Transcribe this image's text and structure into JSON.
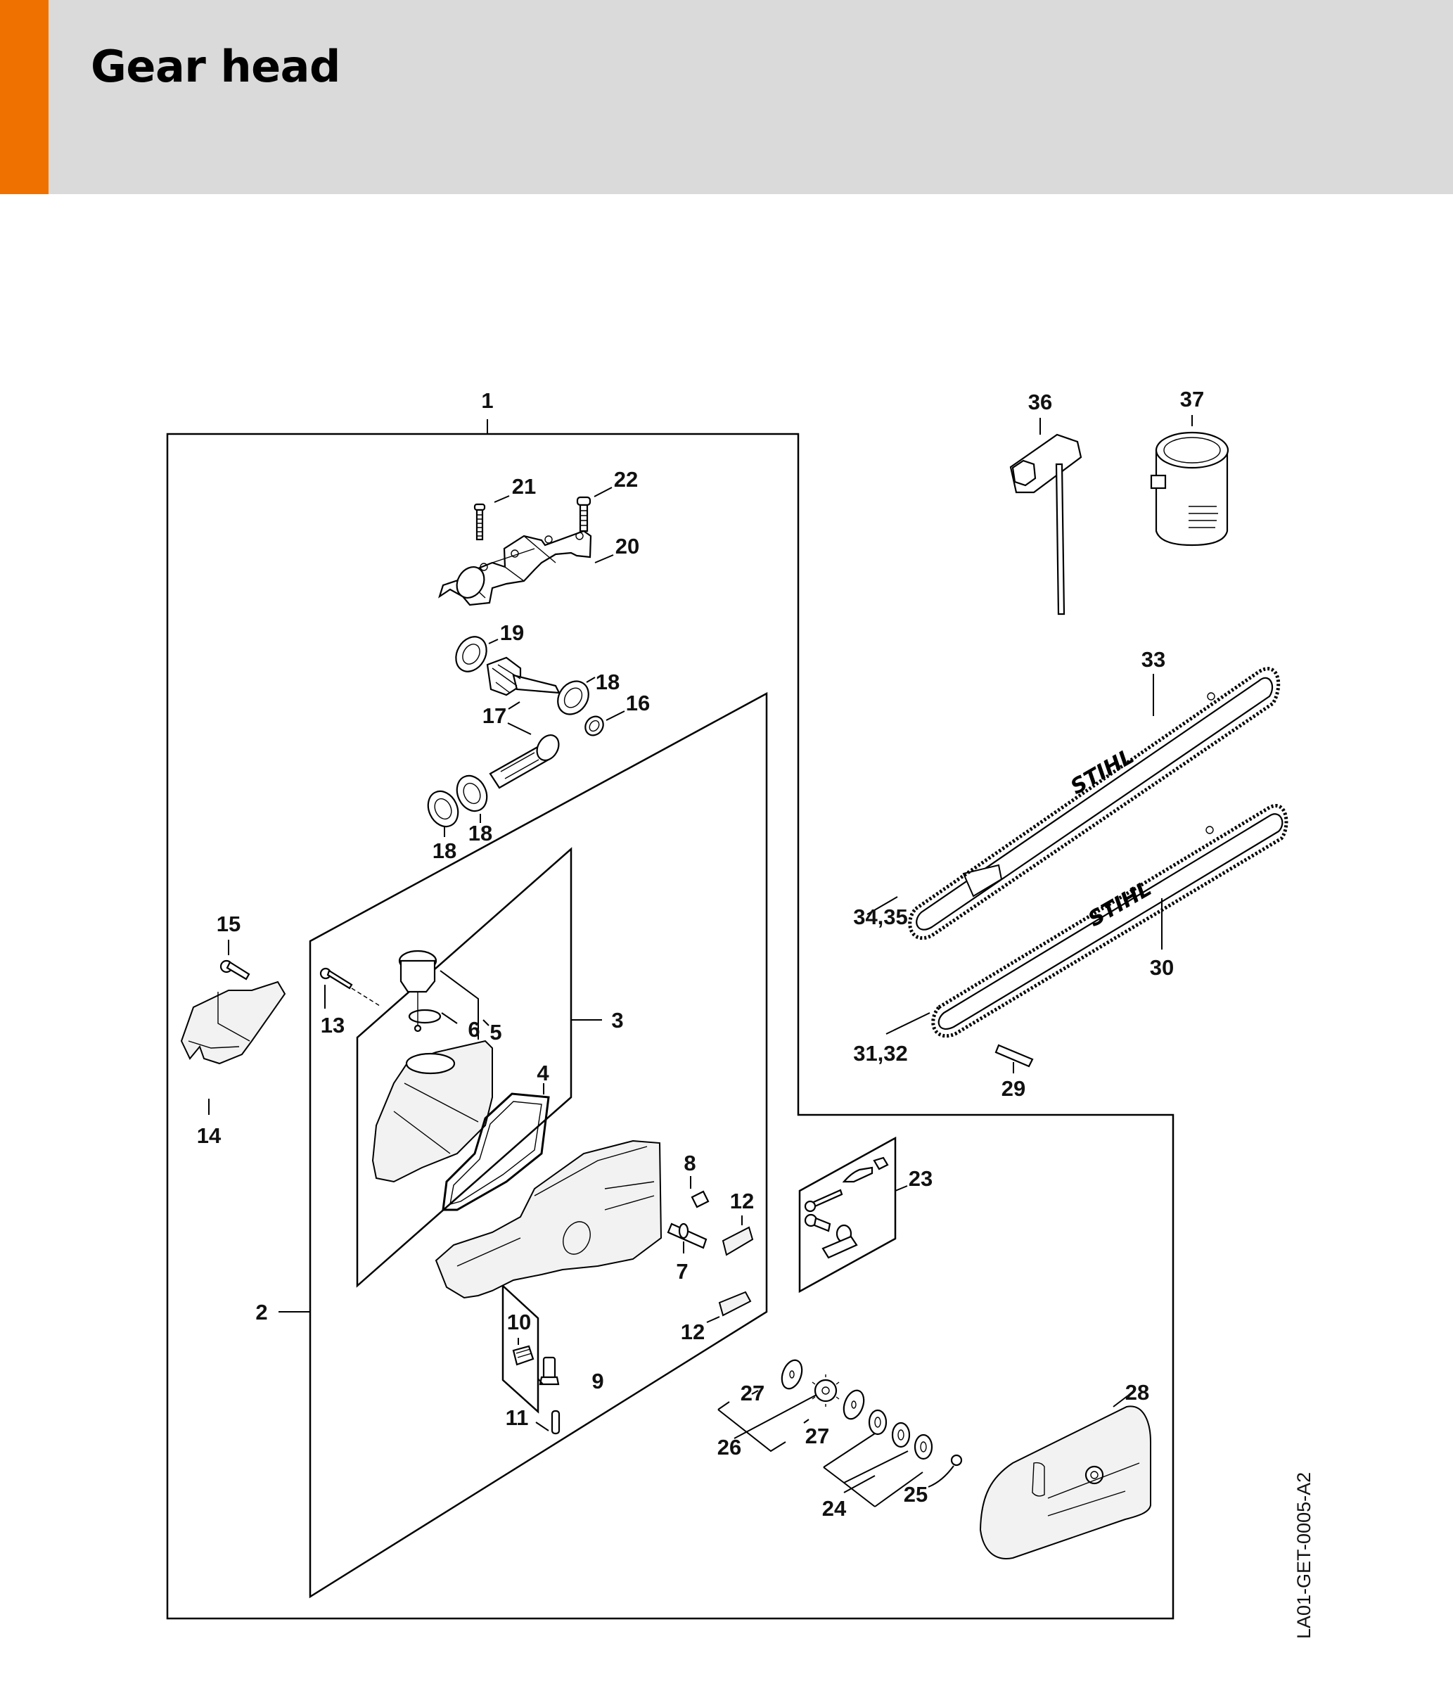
{
  "header": {
    "title": "Gear head",
    "accent_color": "#ef7100",
    "background_color": "#d9dad9"
  },
  "diagram": {
    "document_code": "LA01-GET-0005-A2",
    "brand_mark": "STIHL",
    "callouts": [
      {
        "id": "c1",
        "label": "1"
      },
      {
        "id": "c2",
        "label": "2"
      },
      {
        "id": "c3",
        "label": "3"
      },
      {
        "id": "c4",
        "label": "4"
      },
      {
        "id": "c5",
        "label": "5"
      },
      {
        "id": "c6",
        "label": "6"
      },
      {
        "id": "c7",
        "label": "7"
      },
      {
        "id": "c8",
        "label": "8"
      },
      {
        "id": "c9",
        "label": "9"
      },
      {
        "id": "c10",
        "label": "10"
      },
      {
        "id": "c11",
        "label": "11"
      },
      {
        "id": "c12a",
        "label": "12"
      },
      {
        "id": "c12b",
        "label": "12"
      },
      {
        "id": "c13",
        "label": "13"
      },
      {
        "id": "c14",
        "label": "14"
      },
      {
        "id": "c15",
        "label": "15"
      },
      {
        "id": "c16",
        "label": "16"
      },
      {
        "id": "c17",
        "label": "17"
      },
      {
        "id": "c18a",
        "label": "18"
      },
      {
        "id": "c18b",
        "label": "18"
      },
      {
        "id": "c18c",
        "label": "18"
      },
      {
        "id": "c19",
        "label": "19"
      },
      {
        "id": "c20",
        "label": "20"
      },
      {
        "id": "c21",
        "label": "21"
      },
      {
        "id": "c22",
        "label": "22"
      },
      {
        "id": "c23",
        "label": "23"
      },
      {
        "id": "c24",
        "label": "24"
      },
      {
        "id": "c25",
        "label": "25"
      },
      {
        "id": "c26",
        "label": "26"
      },
      {
        "id": "c27a",
        "label": "27"
      },
      {
        "id": "c27b",
        "label": "27"
      },
      {
        "id": "c28",
        "label": "28"
      },
      {
        "id": "c29",
        "label": "29"
      },
      {
        "id": "c30",
        "label": "30"
      },
      {
        "id": "c3132",
        "label": "31,32"
      },
      {
        "id": "c33",
        "label": "33"
      },
      {
        "id": "c3435",
        "label": "34,35"
      },
      {
        "id": "c36",
        "label": "36"
      },
      {
        "id": "c37",
        "label": "37"
      }
    ]
  }
}
